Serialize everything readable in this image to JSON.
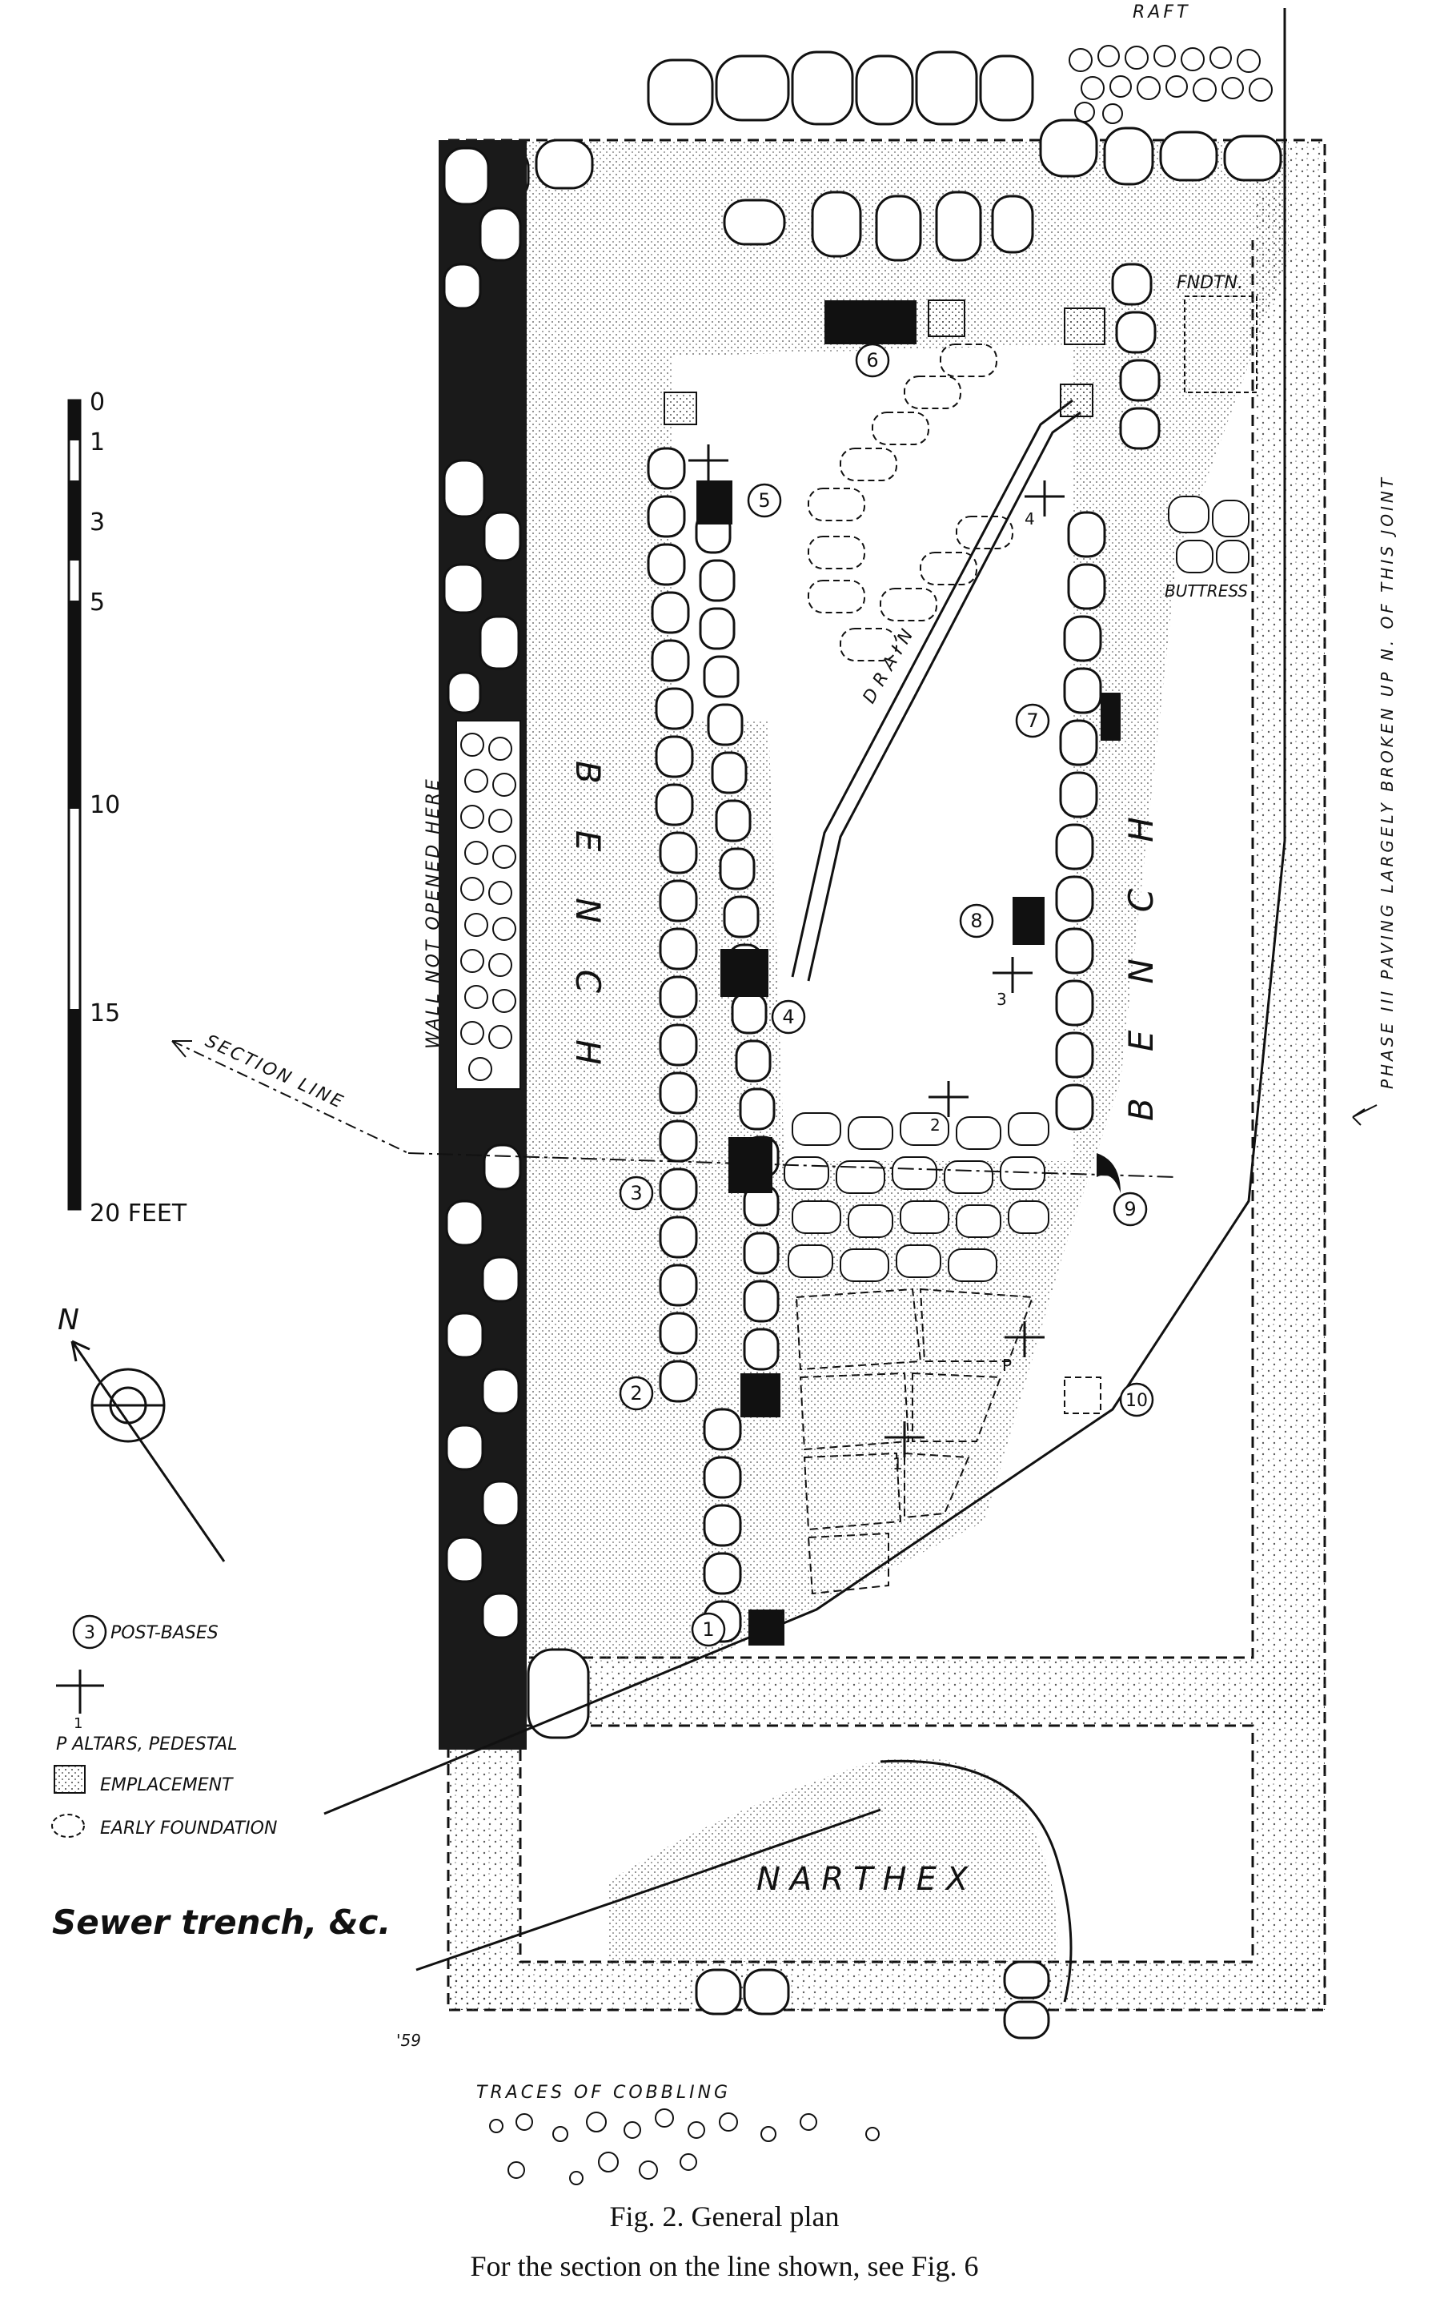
{
  "labels": {
    "raft": "RAFT",
    "fndtn": "FNDTN.",
    "buttress": "BUTTRESS",
    "drain": "DRAIN",
    "bench_left": "BENCH",
    "bench_right": "BENCH",
    "wall_not_opened": "WALL NOT OPENED HERE",
    "section_line": "SECTION LINE",
    "phase_note": "PHASE III PAVING LARGELY BROKEN UP N. OF THIS JOINT",
    "narthex": "NARTHEX",
    "traces": "TRACES OF COBBLING",
    "signature": "'59"
  },
  "scale": {
    "ticks": [
      "0",
      "1",
      "3",
      "5",
      "10",
      "15",
      "20 FEET"
    ]
  },
  "north_label": "N",
  "post_bases": [
    "1",
    "2",
    "3",
    "4",
    "5",
    "6",
    "7",
    "8",
    "9",
    "10"
  ],
  "altars": [
    "1",
    "2",
    "3",
    "4",
    "P"
  ],
  "legend": {
    "post_bases_num": "3",
    "post_bases": "POST-BASES",
    "altar_marker": "1",
    "altars": "P  ALTARS, PEDESTAL",
    "emplacement": "EMPLACEMENT",
    "early_foundation": "EARLY FOUNDATION",
    "sewer": "Sewer trench, &c."
  },
  "caption": {
    "line1": "Fig. 2.   General plan",
    "line2": "For the section on the line shown, see Fig. 6"
  }
}
